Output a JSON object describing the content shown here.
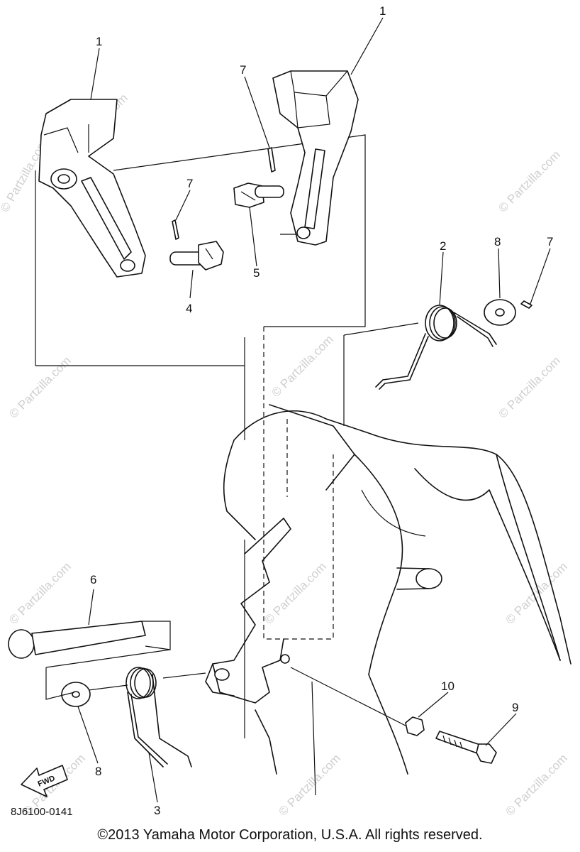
{
  "callouts": {
    "c1a": "1",
    "c1b": "1",
    "c2": "2",
    "c3": "3",
    "c4": "4",
    "c5": "5",
    "c6": "6",
    "c7a": "7",
    "c7b": "7",
    "c7c": "7",
    "c8a": "8",
    "c8b": "8",
    "c9": "9",
    "c10": "10"
  },
  "diagram_code": "8J6100-0141",
  "direction_badge": "FWD",
  "watermark": "© Partzilla.com",
  "copyright": "©2013 Yamaha Motor Corporation, U.S.A. All rights reserved."
}
